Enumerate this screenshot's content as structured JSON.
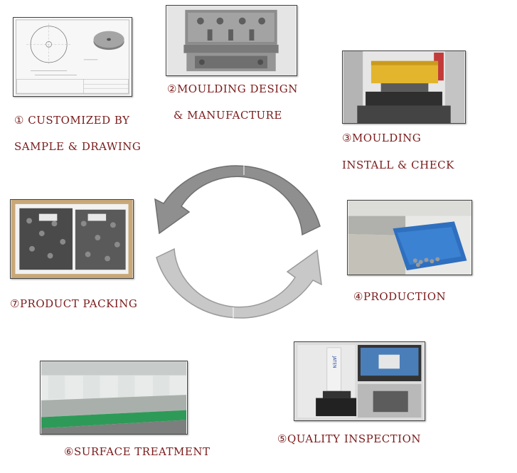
{
  "steps": [
    {
      "line1": "① CUSTOMIZED BY",
      "line2": "SAMPLE & DRAWING"
    },
    {
      "line1": "②MOULDING DESIGN",
      "line2": "& MANUFACTURE"
    },
    {
      "line1": "③MOULDING",
      "line2": "INSTALL & CHECK"
    },
    {
      "line1": "④PRODUCTION"
    },
    {
      "line1": "⑤QUALITY INSPECTION"
    },
    {
      "line1": "⑥SURFACE TREATMENT"
    },
    {
      "line1": "⑦PRODUCT PACKING"
    }
  ],
  "photo_text": {
    "inspection_brand": "JATEN"
  },
  "colors": {
    "label": "#7a1a1a",
    "arrow_dark": "#8a8a8a",
    "arrow_light": "#c4c4c4"
  }
}
